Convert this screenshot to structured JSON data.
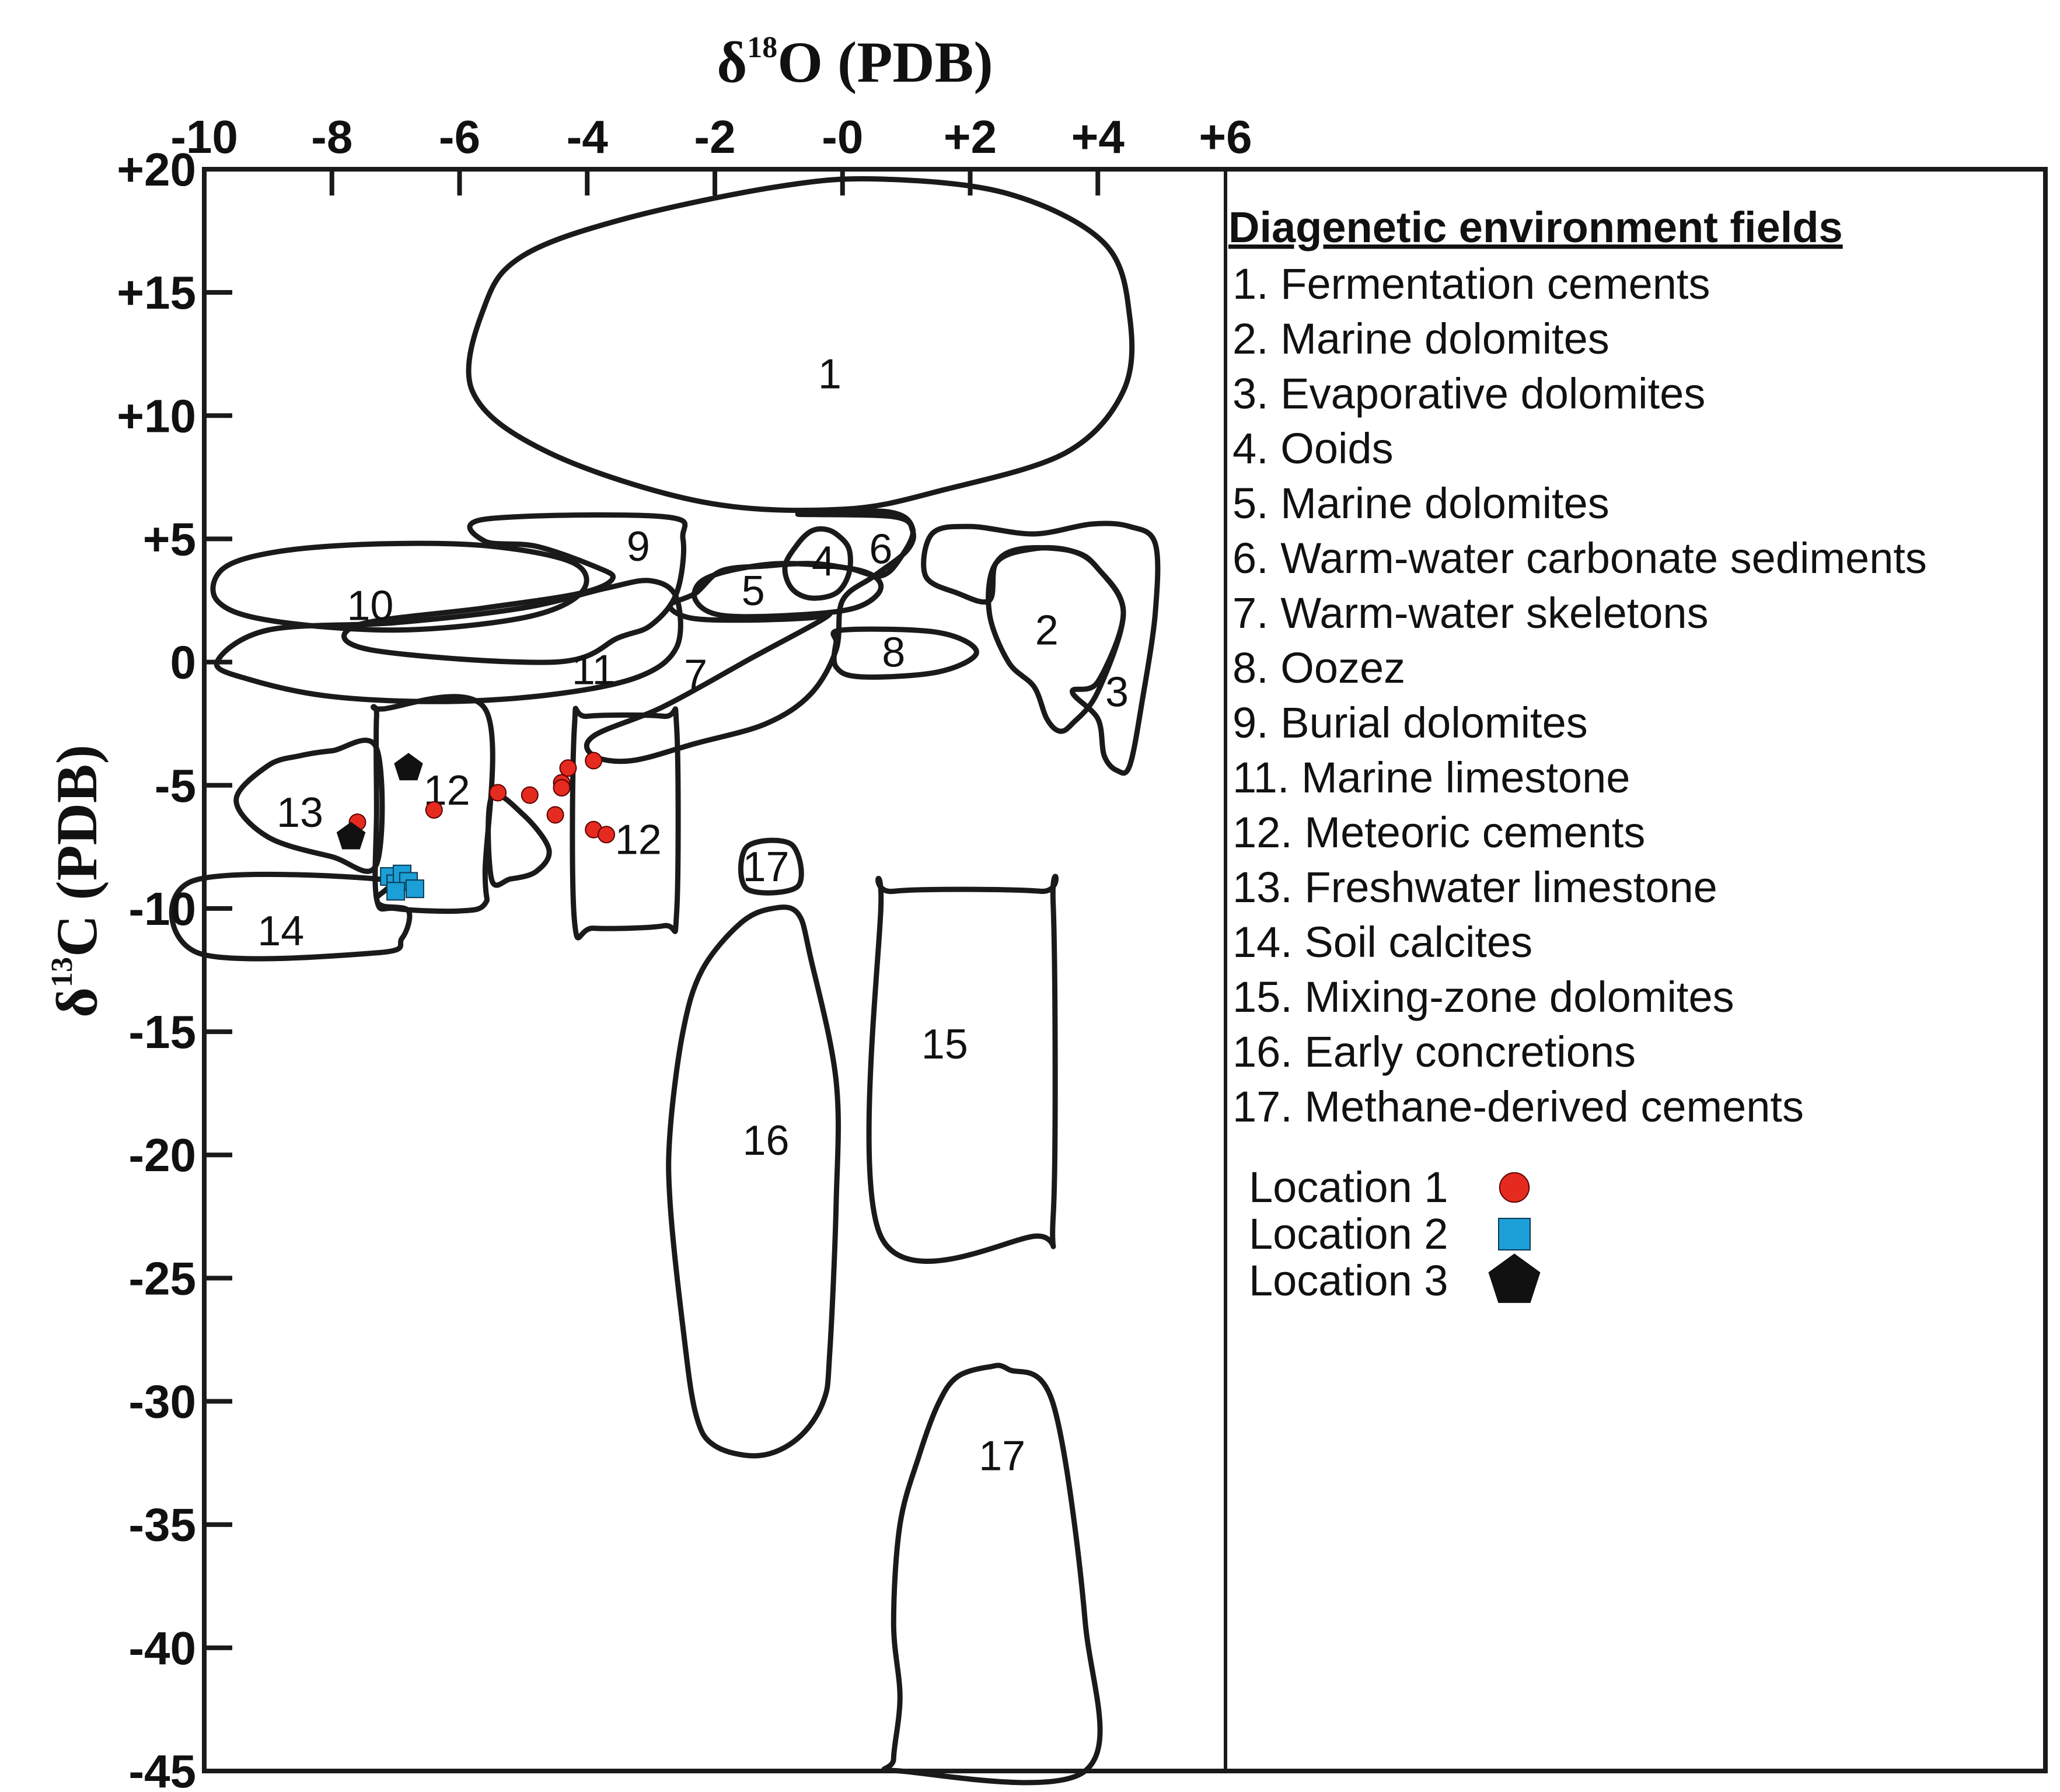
{
  "chart_data": {
    "type": "scatter",
    "xlabel_main": "δ",
    "xlabel_sup": "18",
    "xlabel_rest": "O (PDB)",
    "ylabel_main": "δ",
    "ylabel_sup": "13",
    "ylabel_rest": "C (PDB)",
    "xlim": [
      -10,
      6
    ],
    "ylim": [
      -45,
      20
    ],
    "x_ticks": [
      -10,
      -8,
      -6,
      -4,
      -2,
      0,
      2,
      4,
      6
    ],
    "x_tick_labels": [
      "-10",
      "-8",
      "-6",
      "-4",
      "-2",
      "-0",
      "+2",
      "+4",
      "+6"
    ],
    "y_ticks": [
      20,
      15,
      10,
      5,
      0,
      -5,
      -10,
      -15,
      -20,
      -25,
      -30,
      -35,
      -40,
      -45
    ],
    "y_tick_labels": [
      "+20",
      "+15",
      "+10",
      "+5",
      "0",
      "-5",
      "-10",
      "-15",
      "-20",
      "-25",
      "-30",
      "-35",
      "-40",
      "-45"
    ],
    "legend": {
      "title": "Diagenetic environment fields",
      "fields": [
        "1. Fermentation cements",
        "2. Marine dolomites",
        "3. Evaporative dolomites",
        "4. Ooids",
        "5. Marine dolomites",
        "6. Warm-water carbonate sediments",
        "7. Warm-water skeletons",
        "8. Oozez",
        "9. Burial dolomites",
        "11. Marine limestone",
        "12. Meteoric cements",
        "13. Freshwater limestone",
        "14. Soil calcites",
        "15. Mixing-zone dolomites",
        "16. Early concretions",
        "17. Methane-derived cements"
      ]
    },
    "series": [
      {
        "name": "Location 1",
        "marker": "circle",
        "color": "#e52b1f",
        "points": [
          [
            -7.6,
            -6.5
          ],
          [
            -6.4,
            -6.0
          ],
          [
            -5.4,
            -5.3
          ],
          [
            -4.9,
            -5.4
          ],
          [
            -4.5,
            -6.2
          ],
          [
            -4.4,
            -4.9
          ],
          [
            -4.4,
            -5.1
          ],
          [
            -4.3,
            -4.3
          ],
          [
            -3.9,
            -4.0
          ],
          [
            -3.9,
            -6.8
          ],
          [
            -3.7,
            -7.0
          ]
        ]
      },
      {
        "name": "Location 2",
        "marker": "square",
        "color": "#1b9fd6",
        "points": [
          [
            -7.1,
            -8.7
          ],
          [
            -7.0,
            -9.0
          ],
          [
            -6.9,
            -8.6
          ],
          [
            -6.8,
            -8.9
          ],
          [
            -6.7,
            -9.2
          ],
          [
            -7.0,
            -9.3
          ]
        ]
      },
      {
        "name": "Location 3",
        "marker": "pentagon",
        "color": "#111111",
        "points": [
          [
            -6.8,
            -4.3
          ],
          [
            -7.7,
            -7.1
          ]
        ]
      }
    ],
    "fields": [
      {
        "label": "1",
        "at": [
          -0.2,
          11.7
        ],
        "outline": [
          [
            0.6,
            19.6
          ],
          [
            2.6,
            19.0
          ],
          [
            4.1,
            17.0
          ],
          [
            4.5,
            14.0
          ],
          [
            4.4,
            11.0
          ],
          [
            3.5,
            8.5
          ],
          [
            1.6,
            7.0
          ],
          [
            0.0,
            6.2
          ],
          [
            -2.2,
            6.5
          ],
          [
            -4.6,
            8.5
          ],
          [
            -5.8,
            11.0
          ],
          [
            -5.6,
            14.5
          ],
          [
            -5.0,
            16.5
          ],
          [
            -3.4,
            18.0
          ],
          [
            -1.0,
            19.3
          ]
        ]
      },
      {
        "label": "2",
        "at": [
          3.2,
          1.3
        ],
        "outline": [
          [
            3.6,
            4.5
          ],
          [
            4.0,
            3.8
          ],
          [
            4.4,
            2.0
          ],
          [
            4.0,
            -1.2
          ],
          [
            3.6,
            -2.5
          ],
          [
            3.4,
            -2.8
          ],
          [
            3.2,
            -2.3
          ],
          [
            3.0,
            -1.0
          ],
          [
            2.6,
            0.0
          ],
          [
            2.3,
            2.0
          ],
          [
            2.4,
            4.0
          ],
          [
            3.0,
            4.6
          ]
        ]
      },
      {
        "label": "3",
        "at": [
          4.3,
          -1.2
        ],
        "outline": [
          [
            3.9,
            5.6
          ],
          [
            4.5,
            5.5
          ],
          [
            4.9,
            4.8
          ],
          [
            4.9,
            2.0
          ],
          [
            4.7,
            -1.5
          ],
          [
            4.5,
            -4.2
          ],
          [
            4.3,
            -4.4
          ],
          [
            4.1,
            -3.8
          ],
          [
            4.0,
            -2.3
          ],
          [
            3.6,
            -1.2
          ],
          [
            4.0,
            -0.8
          ],
          [
            4.4,
            2.0
          ],
          [
            4.0,
            3.8
          ],
          [
            3.6,
            4.5
          ],
          [
            2.8,
            4.6
          ],
          [
            2.4,
            4.0
          ],
          [
            2.3,
            2.5
          ],
          [
            1.8,
            2.8
          ],
          [
            1.3,
            3.5
          ],
          [
            1.4,
            5.2
          ],
          [
            2.0,
            5.5
          ],
          [
            3.0,
            5.2
          ]
        ]
      },
      {
        "label": "4",
        "at": [
          -0.3,
          4.1
        ],
        "outline": [
          [
            -0.3,
            5.4
          ],
          [
            -0.1,
            5.2
          ],
          [
            0.1,
            4.6
          ],
          [
            0.1,
            3.6
          ],
          [
            -0.1,
            2.8
          ],
          [
            -0.5,
            2.6
          ],
          [
            -0.8,
            3.0
          ],
          [
            -0.9,
            3.9
          ],
          [
            -0.7,
            4.8
          ],
          [
            -0.5,
            5.3
          ]
        ]
      },
      {
        "label": "5",
        "at": [
          -1.4,
          2.9
        ],
        "outline": [
          [
            -0.8,
            4.0
          ],
          [
            0.3,
            3.7
          ],
          [
            0.6,
            3.0
          ],
          [
            0.2,
            2.2
          ],
          [
            -0.8,
            1.9
          ],
          [
            -1.9,
            1.9
          ],
          [
            -2.3,
            2.5
          ],
          [
            -2.2,
            3.3
          ],
          [
            -1.6,
            3.8
          ]
        ]
      },
      {
        "label": "6",
        "at": [
          0.6,
          4.6
        ],
        "outline": [
          [
            -0.7,
            6.0
          ],
          [
            0.7,
            6.1
          ],
          [
            1.1,
            5.4
          ],
          [
            0.9,
            4.2
          ],
          [
            0.6,
            3.5
          ],
          [
            0.1,
            3.8
          ],
          [
            -0.5,
            4.0
          ],
          [
            -1.2,
            3.9
          ],
          [
            -1.9,
            3.7
          ],
          [
            -2.3,
            2.8
          ],
          [
            -2.7,
            2.3
          ],
          [
            -2.4,
            1.8
          ],
          [
            -1.6,
            1.7
          ],
          [
            -0.5,
            1.8
          ],
          [
            -0.2,
            2.0
          ],
          [
            -0.4,
            1.6
          ],
          [
            -1.4,
            0.2
          ],
          [
            -2.8,
            -1.8
          ],
          [
            -3.9,
            -3.0
          ],
          [
            -3.9,
            -3.8
          ],
          [
            -3.3,
            -4.0
          ],
          [
            -2.3,
            -3.3
          ],
          [
            -1.2,
            -2.5
          ],
          [
            -0.5,
            -1.3
          ],
          [
            -0.1,
            0.5
          ],
          [
            0.0,
            2.5
          ],
          [
            0.5,
            3.5
          ],
          [
            1.0,
            4.5
          ],
          [
            1.1,
            5.3
          ],
          [
            0.8,
            5.9
          ]
        ]
      },
      {
        "label": "7",
        "at": [
          -2.3,
          -0.5
        ],
        "outline": []
      },
      {
        "label": "8",
        "at": [
          0.8,
          0.4
        ],
        "outline": [
          [
            0.0,
            1.3
          ],
          [
            1.5,
            1.2
          ],
          [
            2.1,
            0.4
          ],
          [
            1.5,
            -0.4
          ],
          [
            0.3,
            -0.6
          ],
          [
            -0.1,
            -0.2
          ],
          [
            -0.1,
            0.8
          ]
        ]
      },
      {
        "label": "9",
        "at": [
          -3.2,
          4.7
        ],
        "outline": [
          [
            -5.6,
            5.8
          ],
          [
            -2.8,
            5.9
          ],
          [
            -2.5,
            5.0
          ],
          [
            -2.6,
            2.8
          ],
          [
            -3.0,
            1.5
          ],
          [
            -3.5,
            1.0
          ],
          [
            -4.5,
            0.0
          ],
          [
            -7.4,
            0.5
          ],
          [
            -7.6,
            1.5
          ],
          [
            -5.6,
            2.2
          ],
          [
            -4.1,
            2.8
          ],
          [
            -3.6,
            3.4
          ],
          [
            -3.9,
            3.9
          ],
          [
            -4.8,
            4.7
          ],
          [
            -5.6,
            4.9
          ]
        ]
      },
      {
        "label": "10",
        "at": [
          -7.4,
          2.3
        ],
        "outline": [
          [
            -7.2,
            4.8
          ],
          [
            -5.5,
            4.7
          ],
          [
            -4.2,
            4.0
          ],
          [
            -4.1,
            2.8
          ],
          [
            -5.0,
            1.8
          ],
          [
            -7.0,
            1.3
          ],
          [
            -9.0,
            1.7
          ],
          [
            -9.8,
            2.5
          ],
          [
            -9.7,
            3.8
          ],
          [
            -8.8,
            4.5
          ]
        ]
      },
      {
        "label": "11",
        "at": [
          -3.9,
          -0.3
        ],
        "outline": [
          [
            -9.8,
            0.0
          ],
          [
            -9.0,
            1.3
          ],
          [
            -7.0,
            1.6
          ],
          [
            -5.0,
            2.2
          ],
          [
            -3.7,
            3.0
          ],
          [
            -3.0,
            3.3
          ],
          [
            -2.6,
            2.6
          ],
          [
            -2.6,
            0.6
          ],
          [
            -3.2,
            -0.6
          ],
          [
            -4.5,
            -1.3
          ],
          [
            -6.2,
            -1.6
          ],
          [
            -8.0,
            -1.4
          ],
          [
            -9.3,
            -0.7
          ]
        ]
      },
      {
        "label": "12",
        "at": [
          -6.2,
          -5.2
        ],
        "outline": [
          [
            -7.2,
            -1.9
          ],
          [
            -5.6,
            -1.9
          ],
          [
            -5.6,
            -8.5
          ],
          [
            -5.6,
            -9.8
          ],
          [
            -6.0,
            -10.1
          ],
          [
            -7.0,
            -10.0
          ],
          [
            -7.3,
            -9.6
          ],
          [
            -7.3,
            -6.0
          ],
          [
            -7.3,
            -2.2
          ]
        ]
      },
      {
        "label": "12b",
        "at": [
          -3.2,
          -7.2
        ],
        "outline": [
          [
            -4.0,
            -2.2
          ],
          [
            -2.8,
            -2.2
          ],
          [
            -2.6,
            -2.6
          ],
          [
            -2.6,
            -10.2
          ],
          [
            -2.8,
            -10.7
          ],
          [
            -3.9,
            -10.8
          ],
          [
            -4.2,
            -10.5
          ],
          [
            -4.2,
            -2.6
          ]
        ]
      },
      {
        "label": "13",
        "at": [
          -8.5,
          -6.1
        ],
        "outline": [
          [
            -8.0,
            -3.6
          ],
          [
            -7.3,
            -3.5
          ],
          [
            -7.3,
            -8.2
          ],
          [
            -8.0,
            -7.9
          ],
          [
            -9.0,
            -7.1
          ],
          [
            -9.5,
            -5.6
          ],
          [
            -9.0,
            -4.2
          ],
          [
            -8.5,
            -3.8
          ]
        ]
      },
      {
        "label": "13b",
        "at": [
          -4.9,
          -7.6
        ],
        "outline": [
          [
            -5.5,
            -5.5
          ],
          [
            -5.0,
            -6.2
          ],
          [
            -4.6,
            -7.6
          ],
          [
            -4.8,
            -8.5
          ],
          [
            -5.2,
            -8.8
          ],
          [
            -5.5,
            -8.8
          ]
        ]
      },
      {
        "label": "14",
        "at": [
          -8.8,
          -10.9
        ],
        "outline": [
          [
            -10.2,
            -8.9
          ],
          [
            -7.3,
            -8.8
          ],
          [
            -7.3,
            -9.6
          ],
          [
            -7.2,
            -9.9
          ],
          [
            -6.8,
            -10.1
          ],
          [
            -6.9,
            -11.2
          ],
          [
            -7.3,
            -11.8
          ],
          [
            -10.1,
            -11.8
          ]
        ]
      },
      {
        "label": "15",
        "at": [
          1.6,
          -15.5
        ],
        "outline": [
          [
            0.8,
            -9.3
          ],
          [
            3.1,
            -9.3
          ],
          [
            3.3,
            -9.8
          ],
          [
            3.3,
            -22.5
          ],
          [
            3.0,
            -23.3
          ],
          [
            0.6,
            -23.3
          ],
          [
            0.6,
            -10.0
          ]
        ]
      },
      {
        "label": "16",
        "at": [
          -1.2,
          -19.4
        ],
        "outline": [
          [
            -1.1,
            -10.0
          ],
          [
            -0.7,
            -10.2
          ],
          [
            -0.5,
            -12.0
          ],
          [
            -0.1,
            -17.0
          ],
          [
            -0.1,
            -22.0
          ],
          [
            -0.2,
            -28.0
          ],
          [
            -0.3,
            -30.0
          ],
          [
            -0.7,
            -31.5
          ],
          [
            -1.3,
            -32.2
          ],
          [
            -2.0,
            -31.8
          ],
          [
            -2.3,
            -30.5
          ],
          [
            -2.5,
            -27.0
          ],
          [
            -2.7,
            -22.0
          ],
          [
            -2.7,
            -19.0
          ],
          [
            -2.5,
            -15.0
          ],
          [
            -2.2,
            -12.5
          ],
          [
            -1.6,
            -10.6
          ]
        ]
      },
      {
        "label": "17",
        "at": [
          2.5,
          -32.2
        ],
        "outline": [
          [
            2.3,
            -28.6
          ],
          [
            2.6,
            -28.7
          ],
          [
            3.3,
            -30.1
          ],
          [
            3.8,
            -38.9
          ],
          [
            3.8,
            -45.0
          ],
          [
            0.9,
            -45.0
          ],
          [
            0.8,
            -44.5
          ],
          [
            0.9,
            -42.0
          ],
          [
            0.8,
            -39.0
          ],
          [
            0.9,
            -35.0
          ],
          [
            1.2,
            -32.2
          ],
          [
            1.5,
            -30.1
          ],
          [
            1.8,
            -29.0
          ]
        ]
      },
      {
        "label": "17b",
        "at": [
          -1.2,
          -8.3
        ],
        "outline": [
          [
            -1.5,
            -7.5
          ],
          [
            -0.8,
            -7.4
          ],
          [
            -0.7,
            -9.1
          ],
          [
            -1.5,
            -9.2
          ]
        ]
      }
    ],
    "field_label_text": {
      "12b": "12",
      "13b": "",
      "17b": "17"
    },
    "grid": false
  }
}
